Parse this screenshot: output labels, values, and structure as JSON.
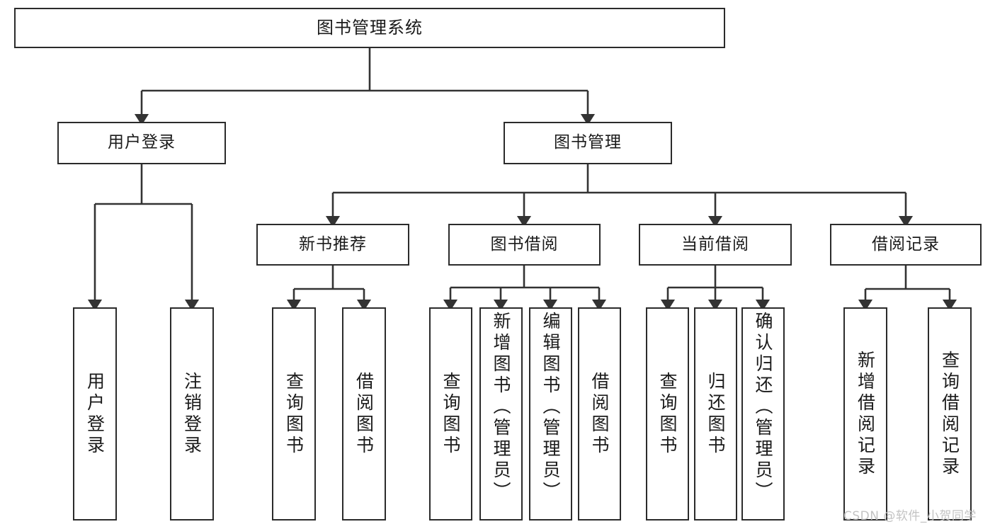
{
  "diagram": {
    "title": "图书管理系统",
    "type": "tree-hierarchy",
    "root": {
      "label": "图书管理系统"
    },
    "level2": [
      {
        "label": "用户登录"
      },
      {
        "label": "图书管理"
      }
    ],
    "level3": [
      {
        "label": "新书推荐"
      },
      {
        "label": "图书借阅"
      },
      {
        "label": "当前借阅"
      },
      {
        "label": "借阅记录"
      }
    ],
    "leaves": [
      {
        "label": "用户登录",
        "parent": "用户登录",
        "long": false
      },
      {
        "label": "注销登录",
        "parent": "用户登录",
        "long": false
      },
      {
        "label": "查询图书",
        "parent": "新书推荐",
        "long": false
      },
      {
        "label": "借阅图书",
        "parent": "新书推荐",
        "long": false
      },
      {
        "label": "查询图书",
        "parent": "图书借阅",
        "long": false
      },
      {
        "label": "新增图书（管理员）",
        "parent": "图书借阅",
        "long": true
      },
      {
        "label": "编辑图书（管理员）",
        "parent": "图书借阅",
        "long": true
      },
      {
        "label": "借阅图书",
        "parent": "图书借阅",
        "long": false
      },
      {
        "label": "查询图书",
        "parent": "当前借阅",
        "long": false
      },
      {
        "label": "归还图书",
        "parent": "当前借阅",
        "long": false
      },
      {
        "label": "确认归还（管理员）",
        "parent": "当前借阅",
        "long": true
      },
      {
        "label": "新增借阅记录",
        "parent": "借阅记录",
        "long": false
      },
      {
        "label": "查询借阅记录",
        "parent": "借阅记录",
        "long": false
      }
    ]
  },
  "watermark": {
    "text": "CSDN @软件_小贺同学"
  },
  "colors": {
    "border": "#2b2b2b",
    "connector": "#333333",
    "background": "#ffffff",
    "text": "#1a1a1a",
    "watermark": "#c3c3c3"
  }
}
